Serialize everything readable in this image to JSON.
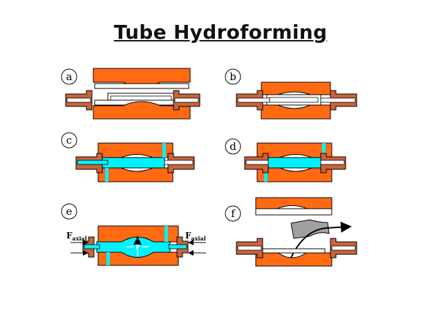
{
  "title": "Tube Hydroforming",
  "panels": [
    {
      "id": "a",
      "label": "a"
    },
    {
      "id": "b",
      "label": "b"
    },
    {
      "id": "c",
      "label": "c"
    },
    {
      "id": "d",
      "label": "d"
    },
    {
      "id": "e",
      "label": "e",
      "force_left": {
        "main": "F",
        "sub": "axial"
      },
      "force_right": {
        "main": "F",
        "sub": "axial"
      },
      "pressure": "P"
    },
    {
      "id": "f",
      "label": "f"
    }
  ],
  "colors": {
    "die": "#ff6a13",
    "punch": "#c8643a",
    "fluid": "#00f2ff",
    "tube": "#ffffff",
    "outline": "#000000",
    "part": "#a0a0a0"
  }
}
